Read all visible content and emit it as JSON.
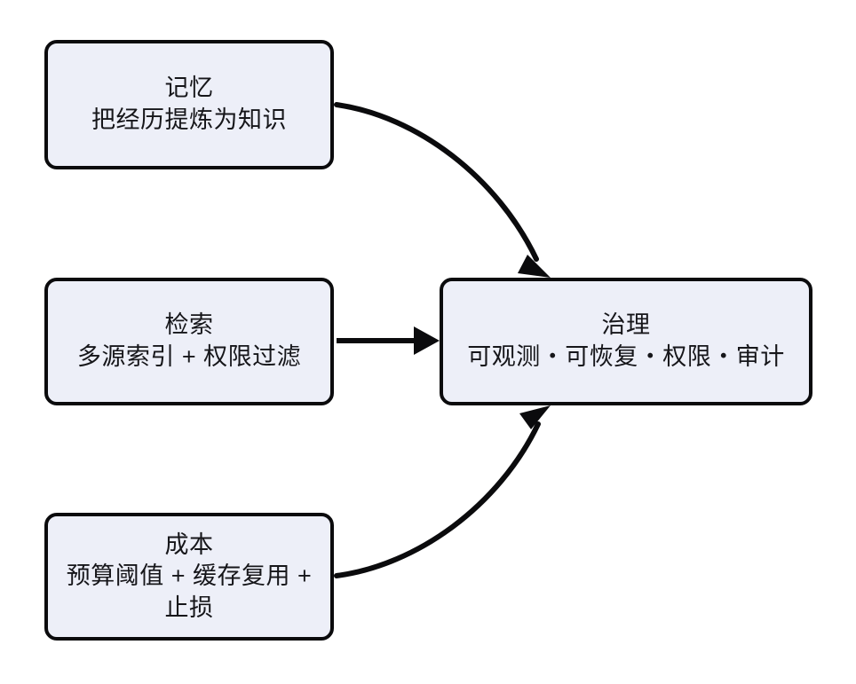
{
  "diagram": {
    "type": "flow-diagram",
    "background_color": "#ffffff",
    "node_fill_color": "#edeff8",
    "node_border_color": "#0b0b0d",
    "text_color": "#16161a",
    "edge_color": "#0b0b0d",
    "nodes": [
      {
        "id": "memory",
        "title": "记忆",
        "subtitle": "把经历提炼为知识",
        "position": "left-top"
      },
      {
        "id": "retrieval",
        "title": "检索",
        "subtitle": "多源索引 + 权限过滤",
        "position": "left-middle"
      },
      {
        "id": "cost",
        "title": "成本",
        "subtitle": "预算阈值 + 缓存复用 + 止损",
        "position": "left-bottom"
      },
      {
        "id": "governance",
        "title": "治理",
        "subtitle": "可观测・可恢复・权限・审计",
        "position": "right-center"
      }
    ],
    "edges": [
      {
        "id": "memory-to-governance",
        "from": "memory",
        "to": "governance",
        "style": "curved",
        "arrowhead": "filled-triangle",
        "label": ""
      },
      {
        "id": "retrieval-to-governance",
        "from": "retrieval",
        "to": "governance",
        "style": "straight",
        "arrowhead": "filled-triangle",
        "label": ""
      },
      {
        "id": "cost-to-governance",
        "from": "cost",
        "to": "governance",
        "style": "curved",
        "arrowhead": "filled-triangle",
        "label": ""
      }
    ]
  }
}
